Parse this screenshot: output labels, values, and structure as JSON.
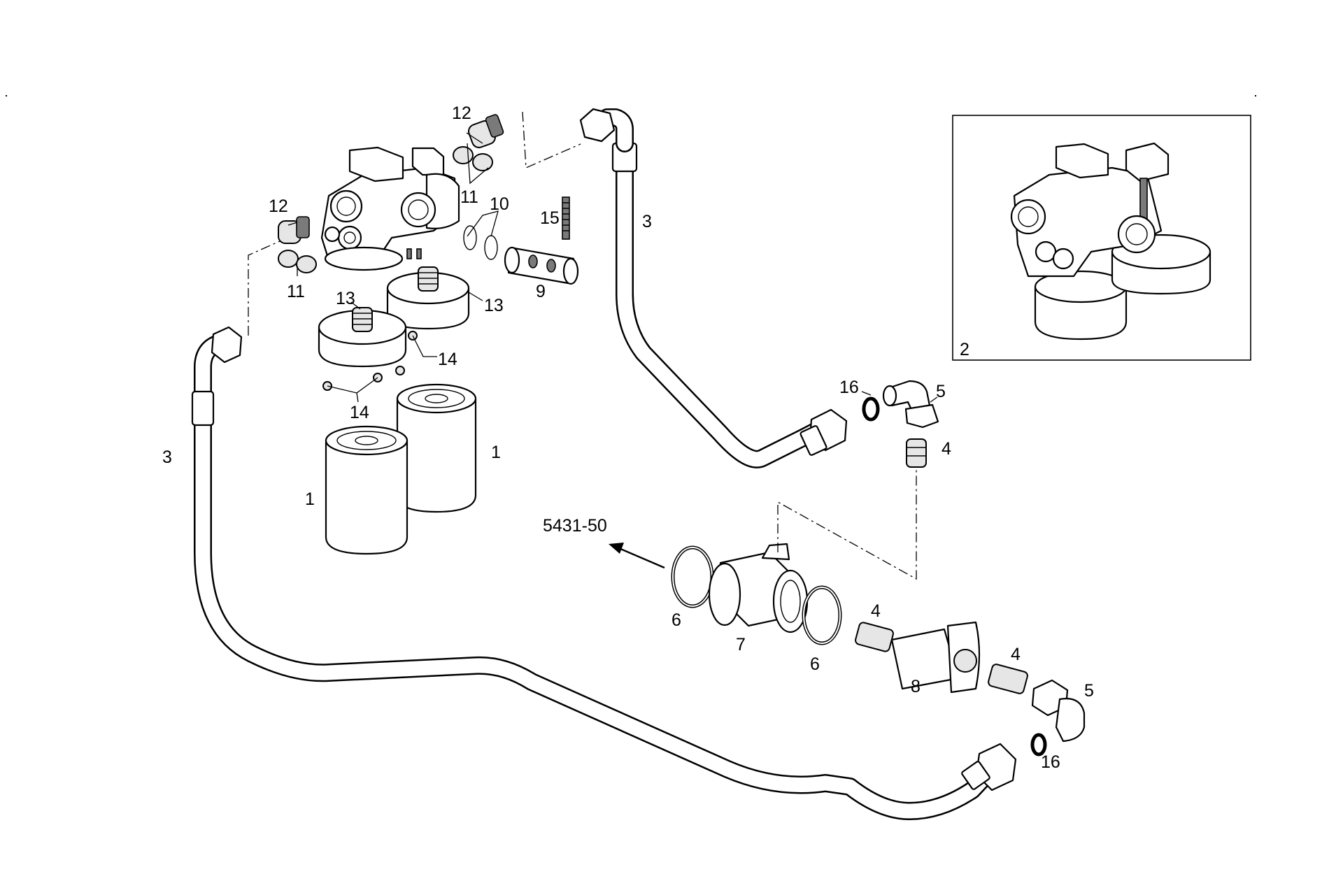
{
  "labels": {
    "filter_a": "1",
    "filter_b": "1",
    "filter_head_assembly": "2",
    "hose_left": "3",
    "hose_right": "3",
    "adapter_upper": "4",
    "adapter_mid": "4",
    "adapter_lower": "4",
    "elbow_upper": "5",
    "elbow_lower": "5",
    "seal_ring_left": "6",
    "seal_ring_right": "6",
    "tee_fitting": "7",
    "reducer": "8",
    "valve_piston": "9",
    "o_rings": "10",
    "plugs_top": "11",
    "plugs_left": "11",
    "plug_top": "12",
    "plug_left": "12",
    "adapter_plate_front": "13",
    "adapter_plate_rear": "13",
    "screws_right": "14",
    "screws_left": "14",
    "spring": "15",
    "seal_upper": "16",
    "seal_lower": "16"
  },
  "reference": "5431-50",
  "colors": {
    "line": "#000000",
    "background": "#ffffff",
    "shade": "#e6e6e6"
  }
}
